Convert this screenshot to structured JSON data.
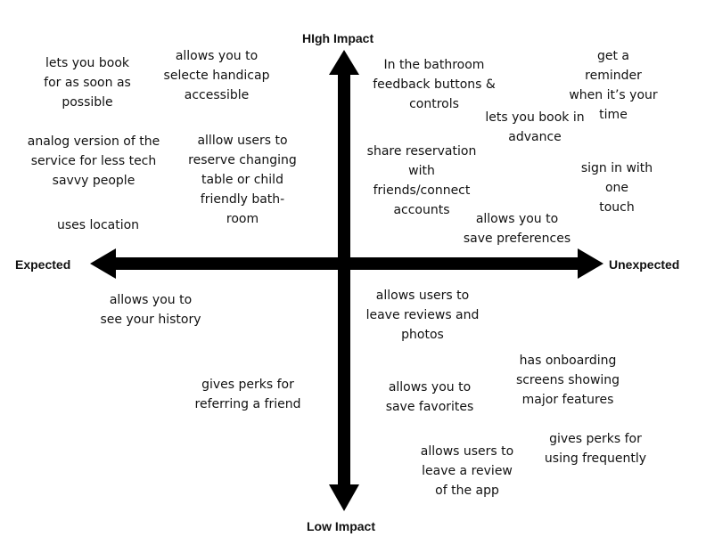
{
  "axes": {
    "top": "HIgh Impact",
    "bottom": "Low Impact",
    "left": "Expected",
    "right": "Unexpected"
  },
  "notes": [
    "lets you book\nfor as soon as\npossible",
    "allows you to\nselecte handicap\naccessible",
    "In the bathroom\nfeedback buttons &\ncontrols",
    "get a reminder\nwhen it’s your time",
    "lets you book in\nadvance",
    "analog version of the\nservice for less tech\nsavvy people",
    "alllow users to\nreserve changing\ntable or child\nfriendly bath-\nroom",
    "share reservation\nwith\nfriends/connect\naccounts",
    "sign in with one\ntouch",
    "uses location",
    "allows you to\nsave preferences",
    "allows you to\nsee your history",
    "allows users to\nleave reviews and\nphotos",
    "has onboarding\nscreens showing\nmajor features",
    "gives perks for\nreferring a friend",
    "allows you to\nsave favorites",
    "allows users to\nleave a review\nof the app",
    "gives perks for\nusing frequently"
  ]
}
